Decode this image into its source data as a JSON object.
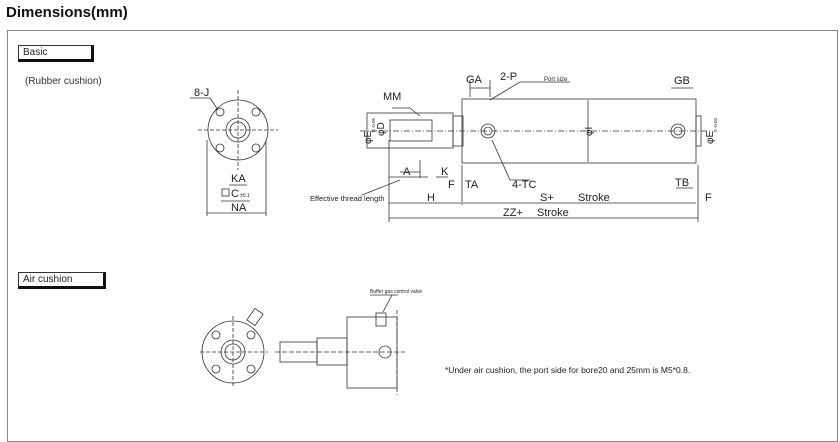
{
  "title": "Dimensions(mm)",
  "sections": {
    "basic": "Basic",
    "rubber": "(Rubber cushion)",
    "air": "Air cushion"
  },
  "labels": {
    "j": "8-J",
    "ka": "KA",
    "c": "C",
    "c_tol": "±0.1",
    "na": "NA",
    "mm": "MM",
    "ga": "GA",
    "p": "2-P",
    "port": "Port size",
    "gb": "GB",
    "d": "φD",
    "e": "φE",
    "e_tol": "0 -0.05",
    "i": "φI",
    "a": "A",
    "k": "K",
    "f": "F",
    "ta": "TA",
    "tc": "4-TC",
    "tb": "TB",
    "eff": "Effective thread length",
    "h": "H",
    "s": "S+",
    "stroke": "Stroke",
    "zz": "ZZ+",
    "valve": "Buffer gas control valve"
  },
  "note": "*Under air cushion, the port side for bore20 and 25mm is M5*0.8."
}
